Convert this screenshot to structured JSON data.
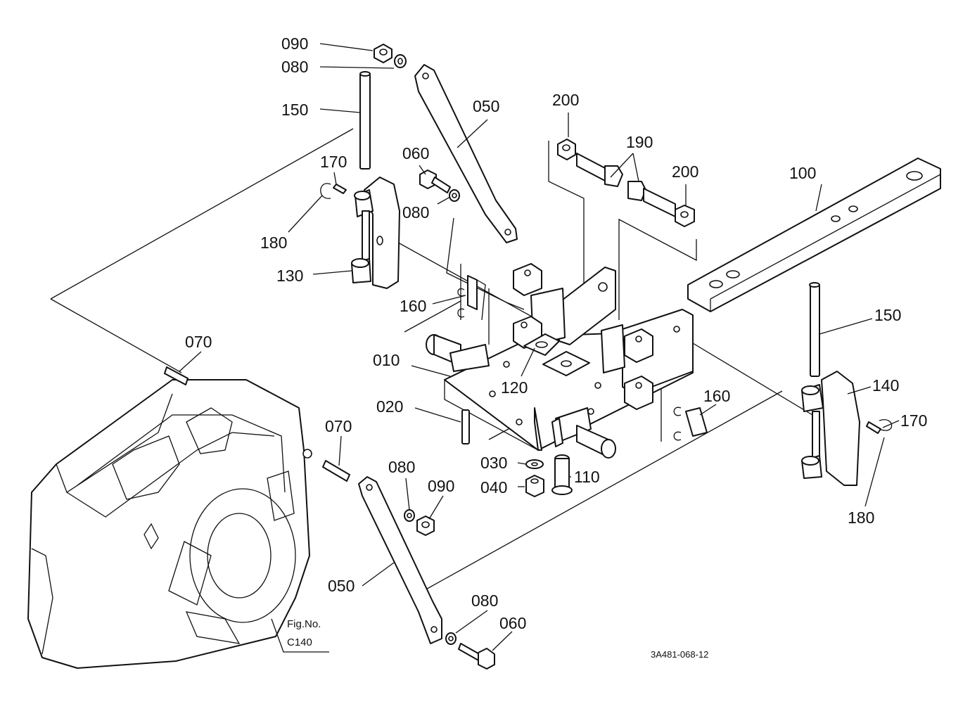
{
  "diagram": {
    "drawing_number": "3A481-068-12",
    "figure_reference": {
      "line1": "Fig.No.",
      "line2": "C140"
    },
    "callouts": [
      {
        "key": "090_top",
        "label": "090"
      },
      {
        "key": "080_top",
        "label": "080"
      },
      {
        "key": "150_left",
        "label": "150"
      },
      {
        "key": "050_top",
        "label": "050"
      },
      {
        "key": "200_top",
        "label": "200"
      },
      {
        "key": "190",
        "label": "190"
      },
      {
        "key": "200_right",
        "label": "200"
      },
      {
        "key": "100",
        "label": "100"
      },
      {
        "key": "170_left",
        "label": "170"
      },
      {
        "key": "060_top",
        "label": "060"
      },
      {
        "key": "080_mid",
        "label": "080"
      },
      {
        "key": "180_left",
        "label": "180"
      },
      {
        "key": "130",
        "label": "130"
      },
      {
        "key": "160_left",
        "label": "160"
      },
      {
        "key": "150_right",
        "label": "150"
      },
      {
        "key": "070_left",
        "label": "070"
      },
      {
        "key": "010",
        "label": "010"
      },
      {
        "key": "120",
        "label": "120"
      },
      {
        "key": "140",
        "label": "140"
      },
      {
        "key": "160_right",
        "label": "160"
      },
      {
        "key": "020",
        "label": "020"
      },
      {
        "key": "170_right",
        "label": "170"
      },
      {
        "key": "070_mid",
        "label": "070"
      },
      {
        "key": "080_low",
        "label": "080"
      },
      {
        "key": "090_low",
        "label": "090"
      },
      {
        "key": "030",
        "label": "030"
      },
      {
        "key": "110",
        "label": "110"
      },
      {
        "key": "040",
        "label": "040"
      },
      {
        "key": "180_right",
        "label": "180"
      },
      {
        "key": "050_low",
        "label": "050"
      },
      {
        "key": "080_bottom",
        "label": "080"
      },
      {
        "key": "060_bottom",
        "label": "060"
      }
    ]
  }
}
